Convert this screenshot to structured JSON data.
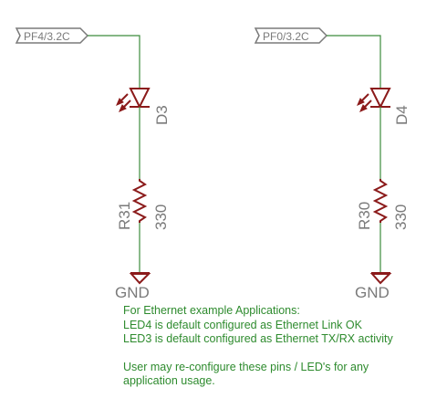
{
  "colors": {
    "wire": "#3c8c3c",
    "component": "#8b1a1a",
    "label_text": "#7a7a7a",
    "note_text": "#2e8b2e",
    "port_outline": "#7a7a7a"
  },
  "circuits": [
    {
      "net_label": "PF4/3.2C",
      "led": "D3",
      "resistor": "R31",
      "resistor_value": "330",
      "ground": "GND"
    },
    {
      "net_label": "PF0/3.2C",
      "led": "D4",
      "resistor": "R30",
      "resistor_value": "330",
      "ground": "GND"
    }
  ],
  "note": {
    "lines": [
      "For Ethernet example Applications:",
      "LED4 is default configured as Ethernet Link OK",
      "LED3 is default configured as Ethernet TX/RX activity"
    ],
    "lines2": [
      "User may re-configure these pins / LED's for any",
      "application usage."
    ]
  }
}
